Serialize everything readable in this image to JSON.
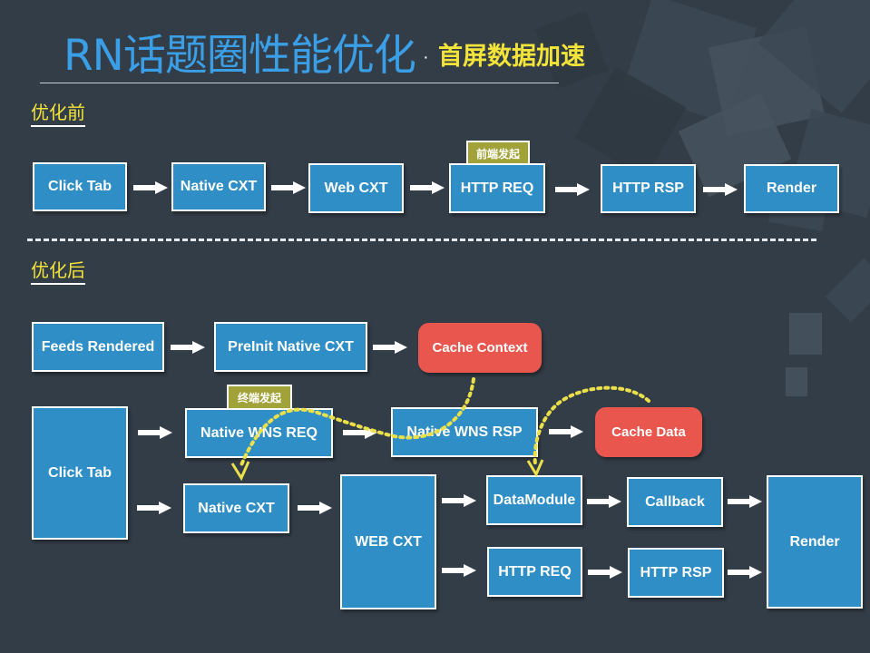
{
  "title": {
    "main": "RN话题圈性能优化",
    "separator": "·",
    "subtitle": "首屏数据加速"
  },
  "colors": {
    "background": "#333d47",
    "title_blue": "#3a9fe6",
    "accent_yellow": "#f3e43a",
    "box_blue": "#2f8ec6",
    "cache_red": "#e9564e",
    "badge_olive": "#a2a23a"
  },
  "before": {
    "label": "优化前",
    "badge": "前端发起",
    "steps": [
      "Click Tab",
      "Native CXT",
      "Web CXT",
      "HTTP REQ",
      "HTTP RSP",
      "Render"
    ]
  },
  "after": {
    "label": "优化后",
    "badge": "终端发起",
    "preload": [
      "Feeds Rendered",
      "PreInit Native CXT",
      "Cache Context"
    ],
    "click_tab": "Click Tab",
    "native_wns_req": "Native WNS REQ",
    "native_wns_rsp": "Native WNS RSP",
    "cache_data": "Cache Data",
    "native_cxt": "Native CXT",
    "web_cxt": "WEB CXT",
    "data_module": "DataModule",
    "callback": "Callback",
    "http_req": "HTTP REQ",
    "http_rsp": "HTTP RSP",
    "render": "Render"
  },
  "icons": {
    "flow_arrow": "arrow-right-icon",
    "dotted_curve": "dotted-curved-arrow-icon"
  }
}
